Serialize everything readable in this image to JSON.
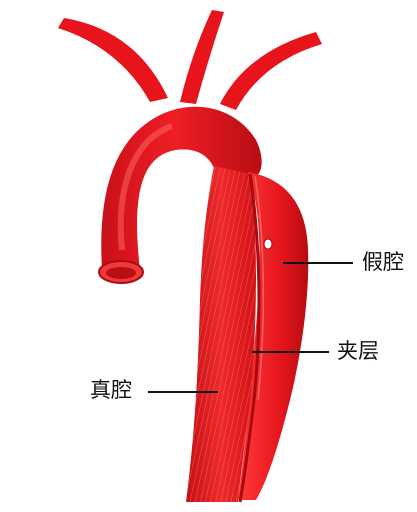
{
  "labels": {
    "false_lumen": "假腔",
    "dissection_layer": "夹层",
    "true_lumen": "真腔"
  },
  "colors": {
    "vessel": "#e8141b",
    "vessel_dark": "#b50d12",
    "vessel_highlight": "#ff5a5a",
    "line": "#111111",
    "background": "#ffffff"
  }
}
